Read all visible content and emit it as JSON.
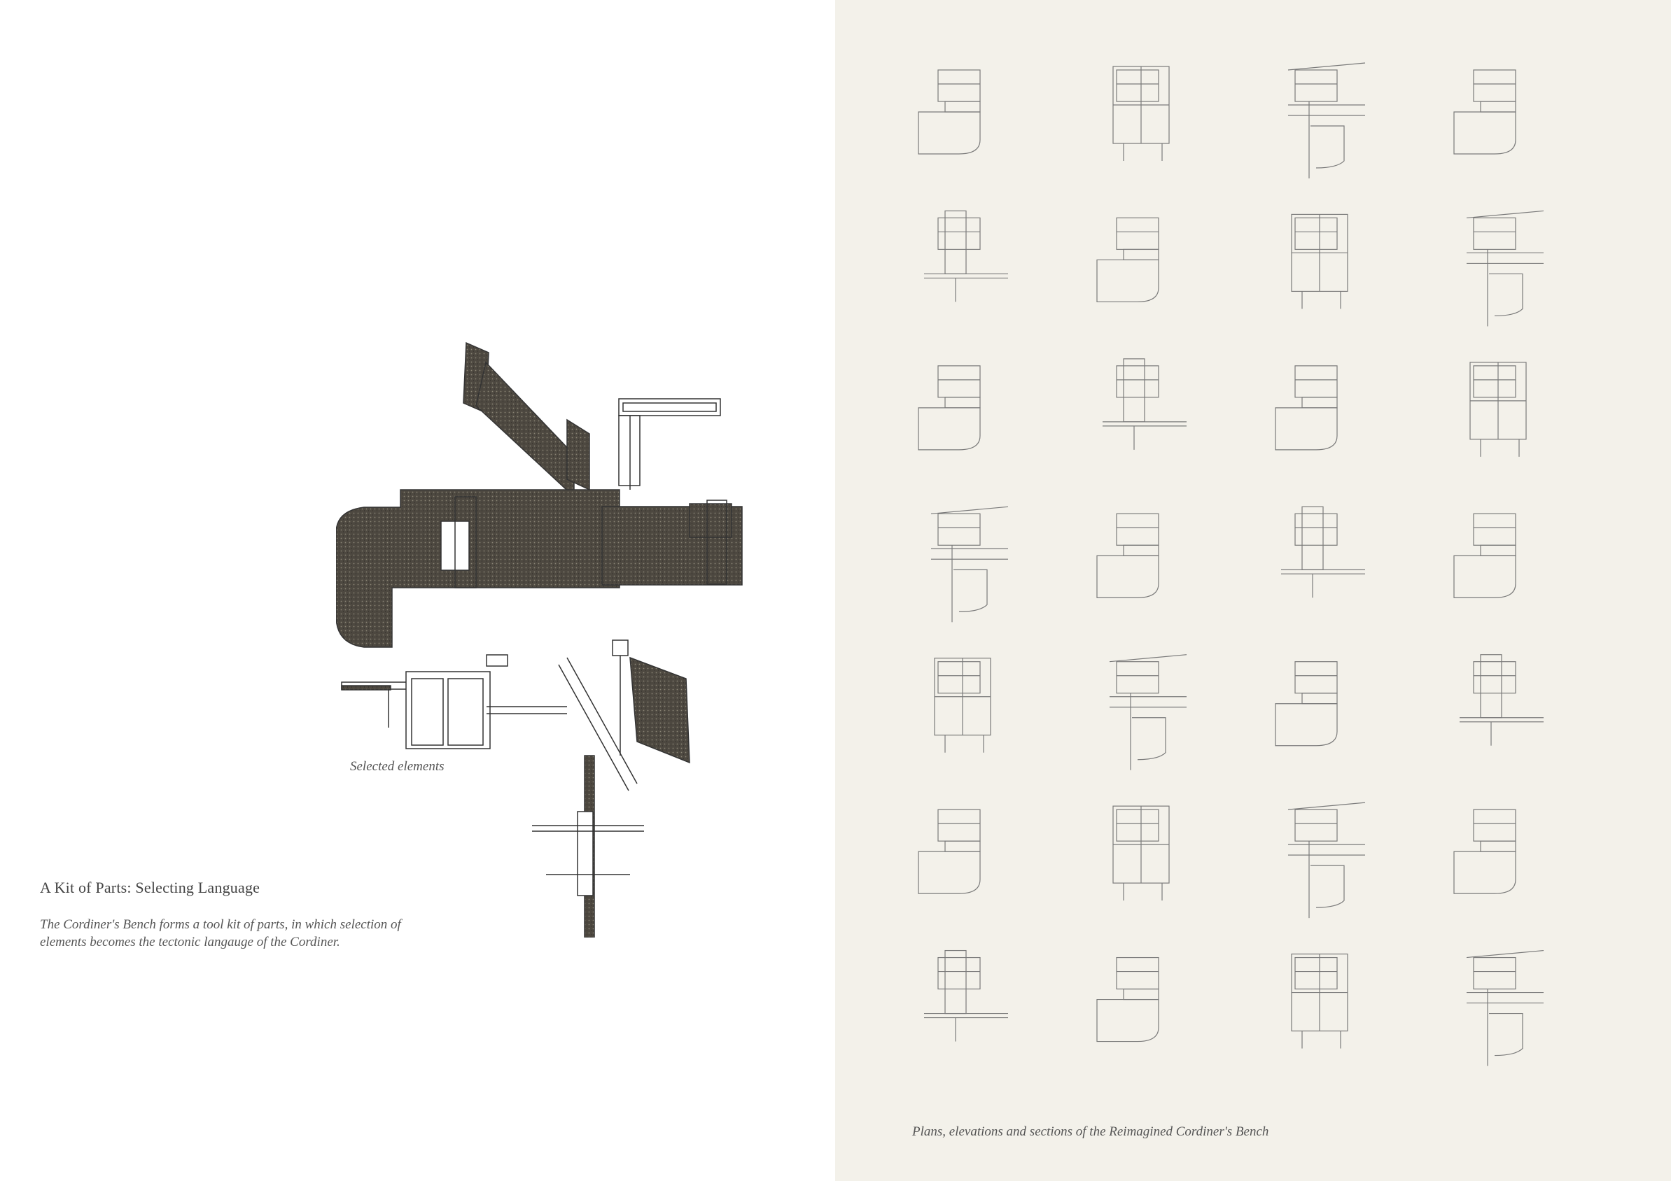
{
  "left": {
    "collage_caption": "Selected elements",
    "title": "A Kit of Parts: Selecting Language",
    "description_lines": [
      "The Cordiner's Bench forms a tool kit of  parts, in which selection of",
      "elements becomes the tectonic langauge of  the Cordiner."
    ]
  },
  "right": {
    "grid_caption": "Plans, elevations and sections of  the Reimagined Cordiner's Bench",
    "grid_rows": 7,
    "grid_columns": 4
  },
  "colors": {
    "left_background": "#ffffff",
    "right_background": "#f3f1ea",
    "texture": "#4a453d",
    "line": "#7a7a7a"
  }
}
